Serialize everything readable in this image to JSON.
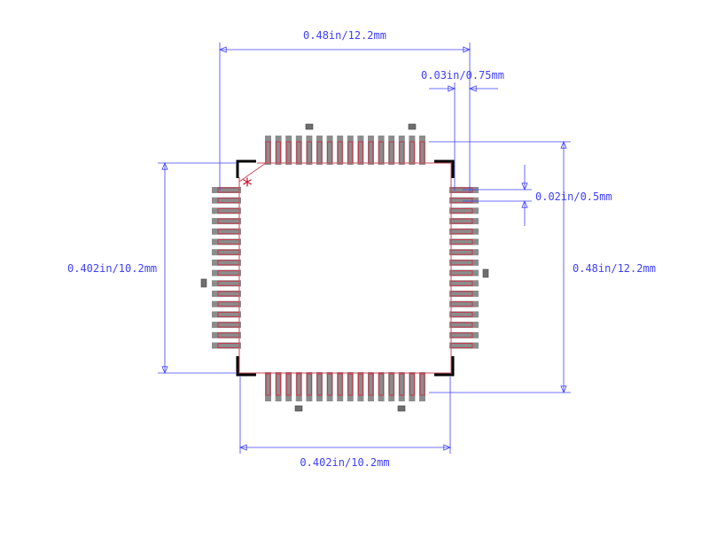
{
  "dimensions": {
    "top_width": "0.48in/12.2mm",
    "pad_length": "0.03in/0.75mm",
    "pitch": "0.02in/0.5mm",
    "left_height": "0.402in/10.2mm",
    "right_height": "0.48in/12.2mm",
    "bottom_width": "0.402in/10.2mm"
  },
  "pin1_marker": "*",
  "package": {
    "pins_per_side": 16
  },
  "colors": {
    "dimension_line": "#4040ff",
    "pad_fill": "#8c8c8c",
    "pad_outline": "#c0394b",
    "silkscreen": "#000000",
    "pin1_marker": "#c8102e",
    "fiducial": "#6e6e6e"
  }
}
